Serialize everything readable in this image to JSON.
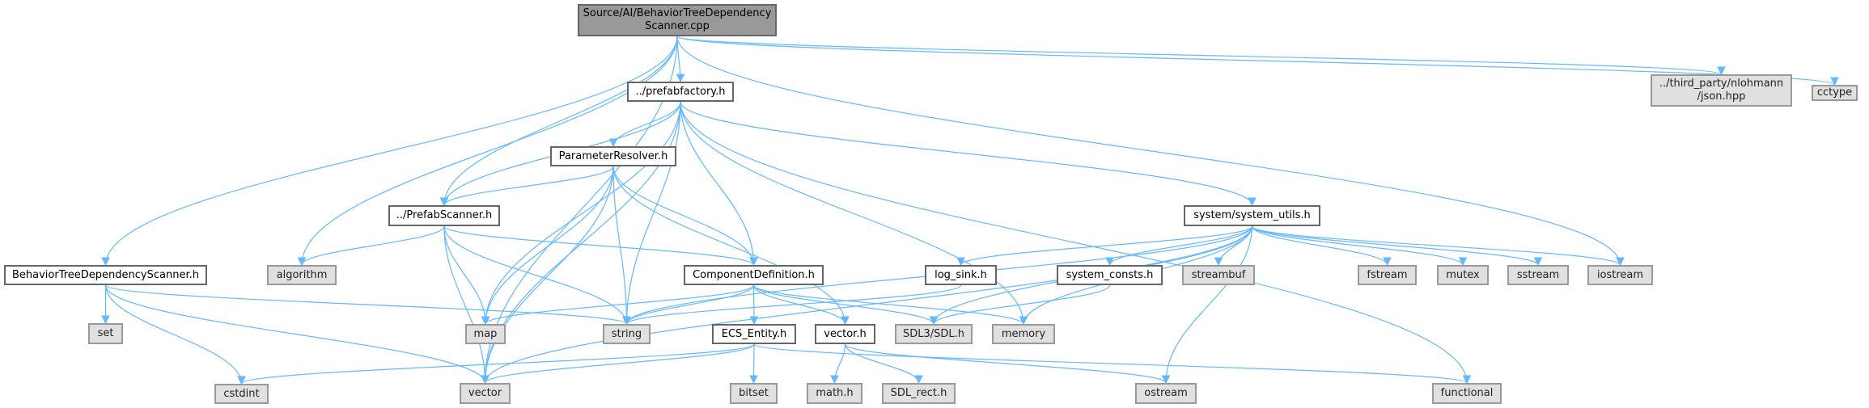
{
  "diagram": {
    "type": "include-dependency-graph",
    "colors": {
      "edge": "#63b8ff",
      "root_fill": "#999999",
      "local_fill": "#ffffff",
      "system_fill": "#e0e0e0"
    },
    "nodes": [
      {
        "id": "root",
        "label": "Source/AI/BehaviorTreeDependency\nScanner.cpp",
        "kind": "root"
      },
      {
        "id": "prefabfactory",
        "label": "../prefabfactory.h",
        "kind": "local"
      },
      {
        "id": "json",
        "label": "../third_party/nlohmann\n/json.hpp",
        "kind": "system"
      },
      {
        "id": "cctype",
        "label": "cctype",
        "kind": "system"
      },
      {
        "id": "paramres",
        "label": "ParameterResolver.h",
        "kind": "local"
      },
      {
        "id": "prefabscanner",
        "label": "../PrefabScanner.h",
        "kind": "local"
      },
      {
        "id": "sysutils",
        "label": "system/system_utils.h",
        "kind": "local"
      },
      {
        "id": "btds",
        "label": "BehaviorTreeDependencyScanner.h",
        "kind": "local"
      },
      {
        "id": "algorithm",
        "label": "algorithm",
        "kind": "system"
      },
      {
        "id": "compdef",
        "label": "ComponentDefinition.h",
        "kind": "local"
      },
      {
        "id": "logsink",
        "label": "log_sink.h",
        "kind": "local"
      },
      {
        "id": "sysconsts",
        "label": "system_consts.h",
        "kind": "local"
      },
      {
        "id": "streambuf",
        "label": "streambuf",
        "kind": "system"
      },
      {
        "id": "fstream",
        "label": "fstream",
        "kind": "system"
      },
      {
        "id": "mutex",
        "label": "mutex",
        "kind": "system"
      },
      {
        "id": "sstream",
        "label": "sstream",
        "kind": "system"
      },
      {
        "id": "iostream",
        "label": "iostream",
        "kind": "system"
      },
      {
        "id": "set",
        "label": "set",
        "kind": "system"
      },
      {
        "id": "map",
        "label": "map",
        "kind": "system"
      },
      {
        "id": "string",
        "label": "string",
        "kind": "system"
      },
      {
        "id": "ecs",
        "label": "ECS_Entity.h",
        "kind": "local"
      },
      {
        "id": "vectorh",
        "label": "vector.h",
        "kind": "local"
      },
      {
        "id": "sdl",
        "label": "SDL3/SDL.h",
        "kind": "system"
      },
      {
        "id": "memory",
        "label": "memory",
        "kind": "system"
      },
      {
        "id": "cstdint",
        "label": "cstdint",
        "kind": "system"
      },
      {
        "id": "vector",
        "label": "vector",
        "kind": "system"
      },
      {
        "id": "bitset",
        "label": "bitset",
        "kind": "system"
      },
      {
        "id": "math",
        "label": "math.h",
        "kind": "system"
      },
      {
        "id": "sdlrect",
        "label": "SDL_rect.h",
        "kind": "system"
      },
      {
        "id": "ostream",
        "label": "ostream",
        "kind": "system"
      },
      {
        "id": "functional",
        "label": "functional",
        "kind": "system"
      }
    ],
    "edges": [
      [
        "root",
        "prefabfactory"
      ],
      [
        "root",
        "json"
      ],
      [
        "root",
        "cctype"
      ],
      [
        "root",
        "btds"
      ],
      [
        "root",
        "algorithm"
      ],
      [
        "root",
        "prefabscanner"
      ],
      [
        "root",
        "iostream"
      ],
      [
        "root",
        "vector"
      ],
      [
        "prefabfactory",
        "paramres"
      ],
      [
        "prefabfactory",
        "prefabscanner"
      ],
      [
        "prefabfactory",
        "sysutils"
      ],
      [
        "prefabfactory",
        "compdef"
      ],
      [
        "prefabfactory",
        "map"
      ],
      [
        "prefabfactory",
        "vector"
      ],
      [
        "prefabfactory",
        "memory"
      ],
      [
        "prefabfactory",
        "functional"
      ],
      [
        "prefabfactory",
        "string"
      ],
      [
        "paramres",
        "prefabscanner"
      ],
      [
        "paramres",
        "compdef"
      ],
      [
        "paramres",
        "map"
      ],
      [
        "paramres",
        "string"
      ],
      [
        "paramres",
        "vector"
      ],
      [
        "paramres",
        "vectorh"
      ],
      [
        "prefabscanner",
        "algorithm"
      ],
      [
        "prefabscanner",
        "compdef"
      ],
      [
        "prefabscanner",
        "map"
      ],
      [
        "prefabscanner",
        "string"
      ],
      [
        "prefabscanner",
        "vector"
      ],
      [
        "btds",
        "set"
      ],
      [
        "btds",
        "cstdint"
      ],
      [
        "btds",
        "vector"
      ],
      [
        "btds",
        "string"
      ],
      [
        "compdef",
        "ecs"
      ],
      [
        "compdef",
        "vectorh"
      ],
      [
        "compdef",
        "sdl"
      ],
      [
        "compdef",
        "memory"
      ],
      [
        "compdef",
        "map"
      ],
      [
        "compdef",
        "string"
      ],
      [
        "ecs",
        "bitset"
      ],
      [
        "ecs",
        "cstdint"
      ],
      [
        "ecs",
        "vector"
      ],
      [
        "ecs",
        "functional"
      ],
      [
        "vectorh",
        "math"
      ],
      [
        "vectorh",
        "sdlrect"
      ],
      [
        "vectorh",
        "ostream"
      ],
      [
        "sysutils",
        "logsink"
      ],
      [
        "sysutils",
        "sysconsts"
      ],
      [
        "sysutils",
        "streambuf"
      ],
      [
        "sysutils",
        "fstream"
      ],
      [
        "sysutils",
        "mutex"
      ],
      [
        "sysutils",
        "sstream"
      ],
      [
        "sysutils",
        "iostream"
      ],
      [
        "sysutils",
        "memory"
      ],
      [
        "sysutils",
        "ostream"
      ],
      [
        "sysutils",
        "string"
      ],
      [
        "sysutils",
        "vector"
      ],
      [
        "sysutils",
        "sdl"
      ],
      [
        "logsink",
        "string"
      ],
      [
        "sysconsts",
        "sdl"
      ]
    ]
  }
}
